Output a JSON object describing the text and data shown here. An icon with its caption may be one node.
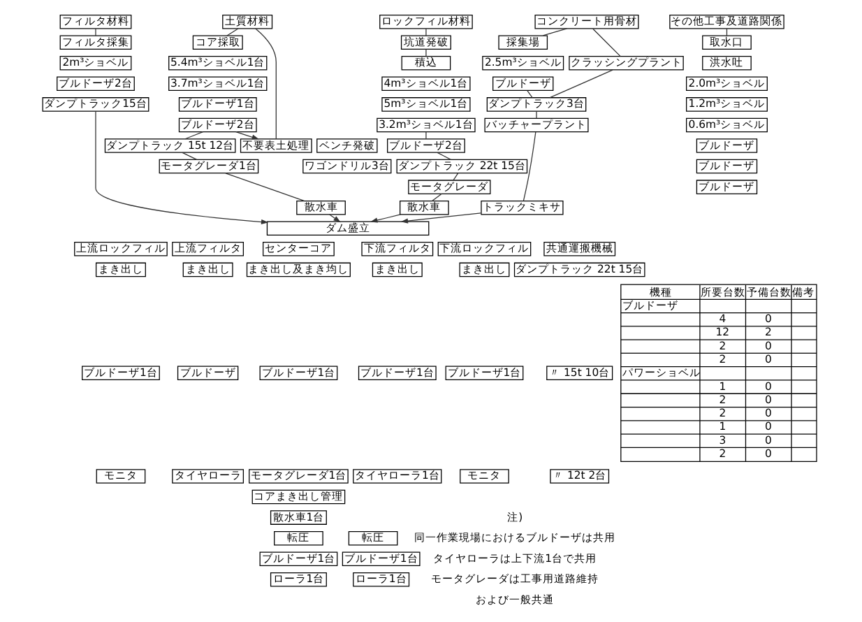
{
  "diagram": {
    "nodes": [
      {
        "text": [
          "ロックフィル材料"
        ]
      },
      {
        "text": [
          "土質材料"
        ]
      },
      {
        "text": [
          "フィルタ材料"
        ]
      },
      {
        "text": [
          "コンクリート用骨材"
        ]
      },
      {
        "text": [
          "その他工事及道路関係"
        ]
      },
      {
        "text": [
          "坑道発破"
        ]
      },
      {
        "text": [
          "積込"
        ]
      },
      {
        "text": [
          "4m³ショベル1台"
        ]
      },
      {
        "text": [
          "5m³ショベル1台"
        ]
      },
      {
        "text": [
          "3.2m³ショベル1台"
        ]
      },
      {
        "text": [
          "ブルドーザ2台"
        ]
      },
      {
        "text": [
          "ベンチ発破"
        ]
      },
      {
        "text": [
          "ワゴンドリル3台"
        ]
      },
      {
        "text": [
          "ダンプトラック 22t 15台"
        ]
      },
      {
        "text": [
          "モータグレーダ"
        ]
      },
      {
        "text": [
          "散水車"
        ]
      },
      {
        "text": [
          "コア採取"
        ]
      },
      {
        "text": [
          "不要表土処理"
        ]
      },
      {
        "text": [
          "5.4m³ショベル1台"
        ]
      },
      {
        "text": [
          "3.7m³ショベル1台"
        ]
      },
      {
        "text": [
          "ブルドーザ1台"
        ]
      },
      {
        "text": [
          "ブルドーザ2台"
        ]
      },
      {
        "text": [
          "ダンプトラック 15t 12台"
        ]
      },
      {
        "text": [
          "モータグレーダ1台"
        ]
      },
      {
        "text": [
          "散水車"
        ]
      },
      {
        "text": [
          "フィルタ採集"
        ]
      },
      {
        "text": [
          "2m³ショベル"
        ]
      },
      {
        "text": [
          "ブルドーザ2台"
        ]
      },
      {
        "text": [
          "ダンプトラック15台"
        ]
      },
      {
        "text": [
          "採集場"
        ]
      },
      {
        "text": [
          "クラッシングプラント"
        ]
      },
      {
        "text": [
          "2.5m³ショベル"
        ]
      },
      {
        "text": [
          "ブルドーザ"
        ]
      },
      {
        "text": [
          "ダンプトラック3台"
        ]
      },
      {
        "text": [
          "バッチャープラント"
        ]
      },
      {
        "text": [
          "トラックミキサ"
        ]
      },
      {
        "text": [
          "取水口"
        ]
      },
      {
        "text": [
          "洪水吐"
        ]
      },
      {
        "text": [
          "2.0m³ショベル"
        ]
      },
      {
        "text": [
          "1.2m³ショベル"
        ]
      },
      {
        "text": [
          "0.6m³ショベル"
        ]
      },
      {
        "text": [
          "ブルドーザ"
        ]
      },
      {
        "text": [
          "ブルドーザ"
        ]
      },
      {
        "text": [
          "ブルドーザ"
        ]
      },
      {
        "text": [
          "ダム盛立"
        ]
      },
      {
        "text": [
          "上流ロックフィル"
        ]
      },
      {
        "text": [
          "まき出し"
        ]
      },
      {
        "text": [
          "ブルドーザ1台"
        ]
      },
      {
        "text": [
          "モニタ"
        ]
      },
      {
        "text": [
          "上流フィルタ"
        ]
      },
      {
        "text": [
          "まき出し"
        ]
      },
      {
        "text": [
          "ブルドーザ"
        ]
      },
      {
        "text": [
          "タイヤローラ"
        ]
      },
      {
        "text": [
          "センターコア"
        ]
      },
      {
        "text": [
          "まき出し及まき均し"
        ]
      },
      {
        "text": [
          "ブルドーザ1台"
        ]
      },
      {
        "text": [
          "モータグレーダ1台"
        ]
      },
      {
        "text": [
          "下流フィルタ"
        ]
      },
      {
        "text": [
          "まき出し"
        ]
      },
      {
        "text": [
          "ブルドーザ1台"
        ]
      },
      {
        "text": [
          "タイヤローラ1台"
        ]
      },
      {
        "text": [
          "下流ロックフィル"
        ]
      },
      {
        "text": [
          "まき出し"
        ]
      },
      {
        "text": [
          "ブルドーザ1台"
        ]
      },
      {
        "text": [
          "モニタ"
        ]
      },
      {
        "text": [
          "共通運搬機械"
        ]
      },
      {
        "text": [
          "ダンプトラック 22t 15台"
        ]
      },
      {
        "text": [
          "〃 15t 10台"
        ]
      },
      {
        "text": [
          "〃 12t 2台"
        ]
      },
      {
        "text": [
          "コアまき出し管理"
        ]
      },
      {
        "text": [
          "散水車1台"
        ]
      },
      {
        "text": [
          "転圧"
        ]
      },
      {
        "text": [
          "ブルドーザ1台"
        ]
      },
      {
        "text": [
          "ローラ1台"
        ]
      },
      {
        "text": [
          "転圧"
        ]
      },
      {
        "text": [
          "ブルドーザ1台"
        ]
      },
      {
        "text": [
          "ローラ1台"
        ]
      }
    ],
    "edges": [
      {
        "from": 0,
        "to": 5,
        "arrow": "none"
      },
      {
        "from": 5,
        "to": 6,
        "arrow": "none"
      },
      {
        "from": 9,
        "to": 10,
        "arrow": "none"
      },
      {
        "from": 10,
        "to": 13,
        "arrow": "none"
      },
      {
        "from": 13,
        "to": 14,
        "arrow": "none"
      },
      {
        "from": 14,
        "to": 15,
        "arrow": "none"
      },
      {
        "from": 15,
        "to": 44,
        "arrow": "to"
      },
      {
        "from": 1,
        "to": 16,
        "arrow": "none"
      },
      {
        "from": 1,
        "to": 17,
        "arrow": "none"
      },
      {
        "from": 21,
        "to": 17,
        "arrow": "to"
      },
      {
        "from": 21,
        "to": 22,
        "arrow": "none"
      },
      {
        "from": 22,
        "to": 23,
        "arrow": "none"
      },
      {
        "from": 23,
        "to": 24,
        "arrow": "none"
      },
      {
        "from": 24,
        "to": 44,
        "arrow": "to"
      },
      {
        "from": 2,
        "to": 25,
        "arrow": "none"
      },
      {
        "from": 28,
        "to": 44,
        "arrow": "to"
      },
      {
        "from": 3,
        "to": 29,
        "arrow": "none"
      },
      {
        "from": 3,
        "to": 30,
        "arrow": "none"
      },
      {
        "from": 32,
        "to": 33,
        "arrow": "none"
      },
      {
        "from": 30,
        "to": 33,
        "arrow": "none"
      },
      {
        "from": 33,
        "to": 34,
        "arrow": "none"
      },
      {
        "from": 34,
        "to": 35,
        "arrow": "none"
      },
      {
        "from": 35,
        "to": 44,
        "arrow": "to"
      },
      {
        "from": 4,
        "to": 36,
        "arrow": "none"
      }
    ],
    "labels": [
      "注)",
      "同一作業現場におけるブルドーザは共用",
      "タイヤローラは上下流1台で共用",
      "モータグレーダは工事用道路維持",
      "および一般共通",
      "機種",
      "所要台数",
      "予備台数",
      "備考",
      "ブルドーザ",
      "4",
      "0",
      "12",
      "2",
      "2",
      "0",
      "2",
      "0",
      "パワーショベル",
      "1",
      "0",
      "2",
      "0",
      "2",
      "0",
      "1",
      "0",
      "3",
      "0",
      "2",
      "0"
    ]
  }
}
